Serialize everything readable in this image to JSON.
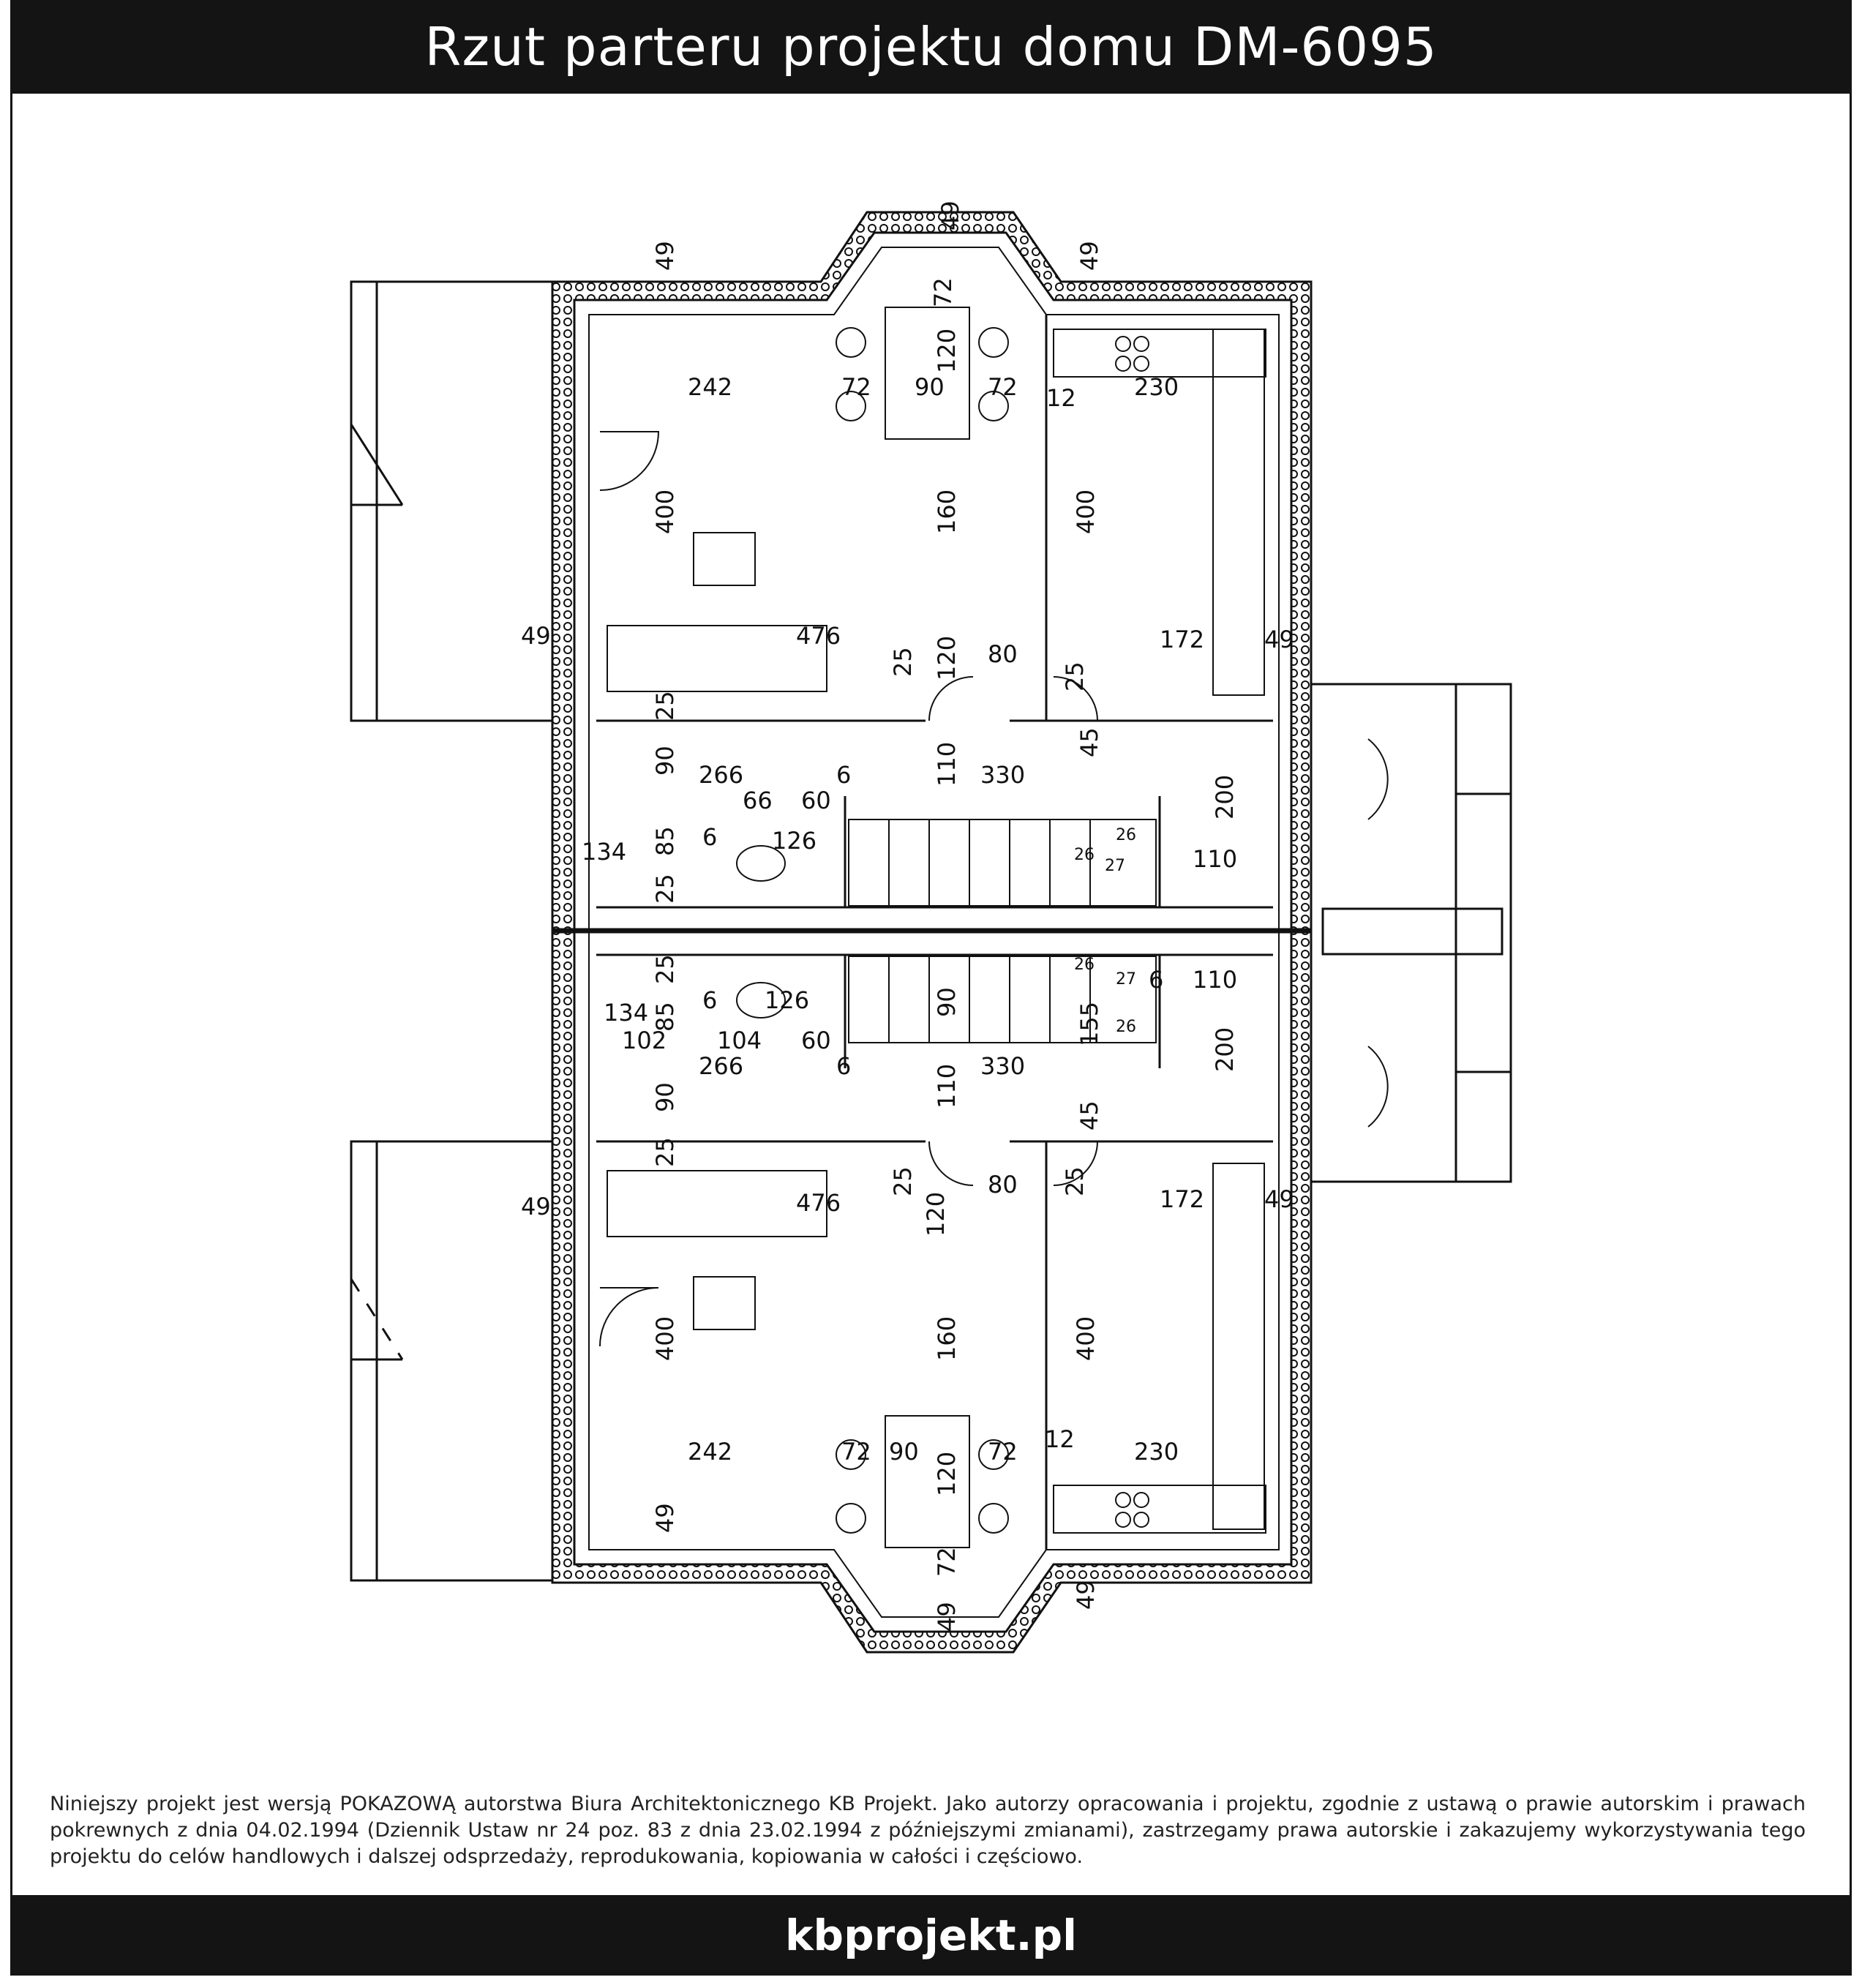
{
  "header": {
    "title": "Rzut parteru projektu domu DM-6095"
  },
  "plan": {
    "upper_unit": {
      "dims": [
        "242",
        "72",
        "90",
        "72",
        "12",
        "230",
        "120",
        "72",
        "49",
        "49",
        "49",
        "400",
        "160",
        "400",
        "49",
        "476",
        "120",
        "80",
        "25",
        "25",
        "172",
        "49",
        "25",
        "90",
        "266",
        "6",
        "110",
        "330",
        "45",
        "66",
        "60",
        "134",
        "85",
        "6",
        "126",
        "25",
        "200",
        "110",
        "26",
        "26",
        "27"
      ]
    },
    "lower_unit": {
      "dims": [
        "25",
        "134",
        "85",
        "6",
        "126",
        "90",
        "102",
        "104",
        "60",
        "266",
        "6",
        "330",
        "155",
        "200",
        "26",
        "27",
        "26",
        "6",
        "110",
        "90",
        "110",
        "45",
        "25",
        "49",
        "476",
        "25",
        "80",
        "25",
        "172",
        "49",
        "120",
        "400",
        "160",
        "400",
        "242",
        "72",
        "90",
        "72",
        "12",
        "230",
        "120",
        "49",
        "72",
        "49",
        "49"
      ]
    }
  },
  "notice": "Niniejszy projekt jest wersją POKAZOWĄ autorstwa Biura Architektonicznego KB Projekt. Jako autorzy opracowania i projektu, zgodnie z ustawą o prawie autorskim i prawach pokrewnych z dnia 04.02.1994 (Dziennik Ustaw nr 24 poz. 83 z dnia 23.02.1994 z późniejszymi zmianami), zastrzegamy prawa autorskie i zakazujemy wykorzystywania tego projektu do celów handlowych i dalszej odsprzedaży, reprodukowania, kopiowania w całości i częściowo.",
  "footer": {
    "brand": "kbprojekt.pl"
  }
}
